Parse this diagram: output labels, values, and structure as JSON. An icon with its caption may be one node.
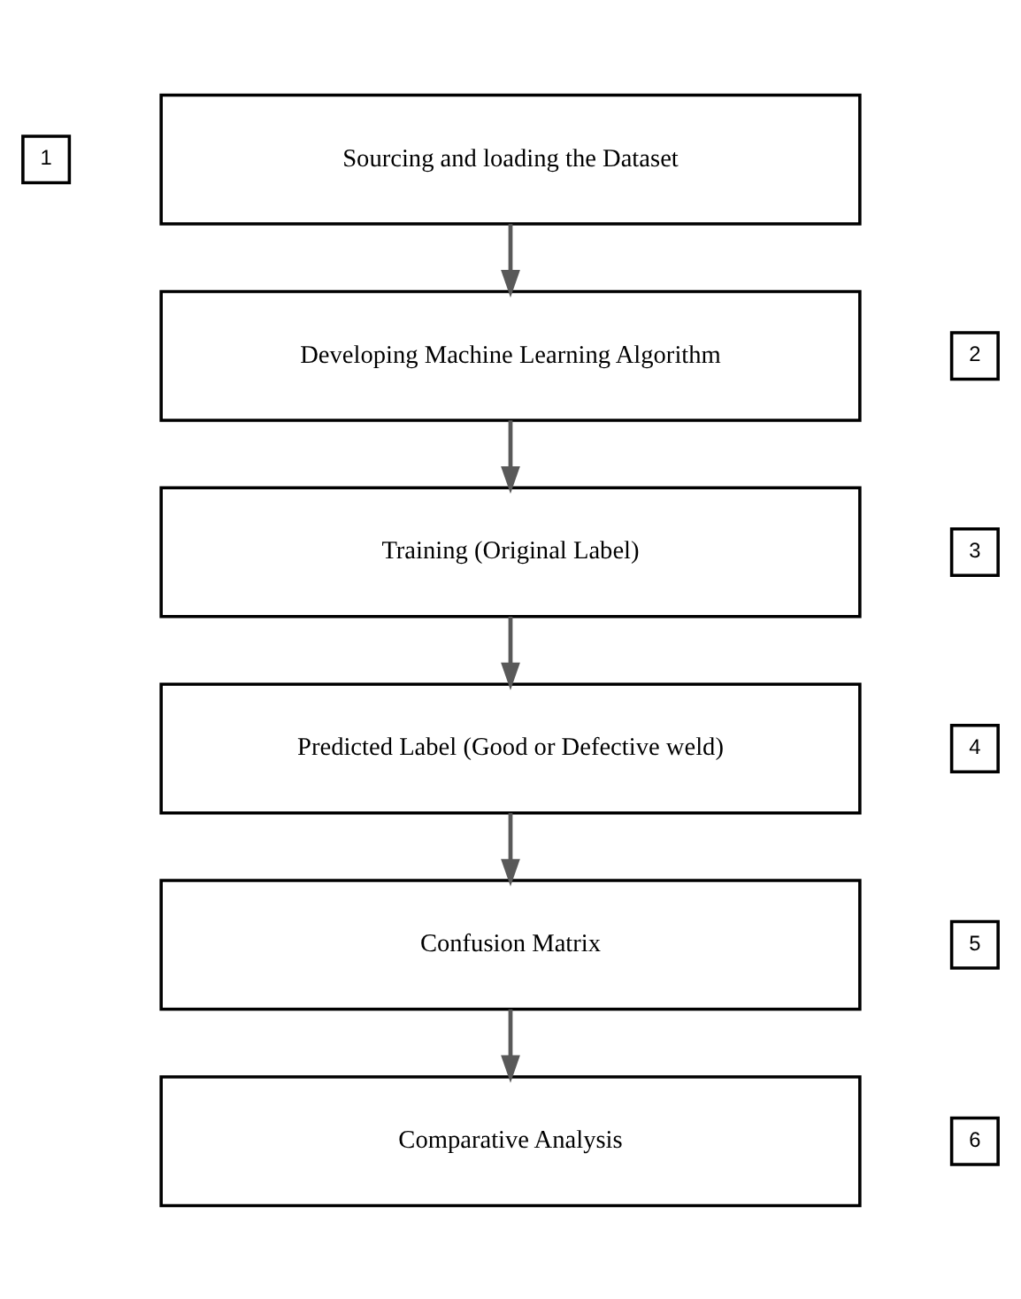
{
  "diagram": {
    "nodes": [
      {
        "text": [
          "1"
        ]
      },
      {
        "text": [
          "Sourcing and loading the Dataset"
        ]
      },
      {
        "text": [
          "2"
        ]
      },
      {
        "text": [
          "Developing Machine Learning Algorithm"
        ]
      },
      {
        "text": [
          "3"
        ]
      },
      {
        "text": [
          "Training (Original Label)"
        ]
      },
      {
        "text": [
          "4"
        ]
      },
      {
        "text": [
          "Predicted Label (Good or Defective weld)"
        ]
      },
      {
        "text": [
          "5"
        ]
      },
      {
        "text": [
          "Confusion Matrix"
        ]
      },
      {
        "text": [
          "6"
        ]
      },
      {
        "text": [
          "Comparative Analysis"
        ]
      }
    ],
    "edges": [
      {
        "from": 1,
        "to": 3,
        "arrow": "to"
      },
      {
        "from": 3,
        "to": 5,
        "arrow": "to"
      },
      {
        "from": 5,
        "to": 7,
        "arrow": "to"
      },
      {
        "from": 7,
        "to": 9,
        "arrow": "to"
      },
      {
        "from": 9,
        "to": 11,
        "arrow": "to"
      }
    ]
  }
}
